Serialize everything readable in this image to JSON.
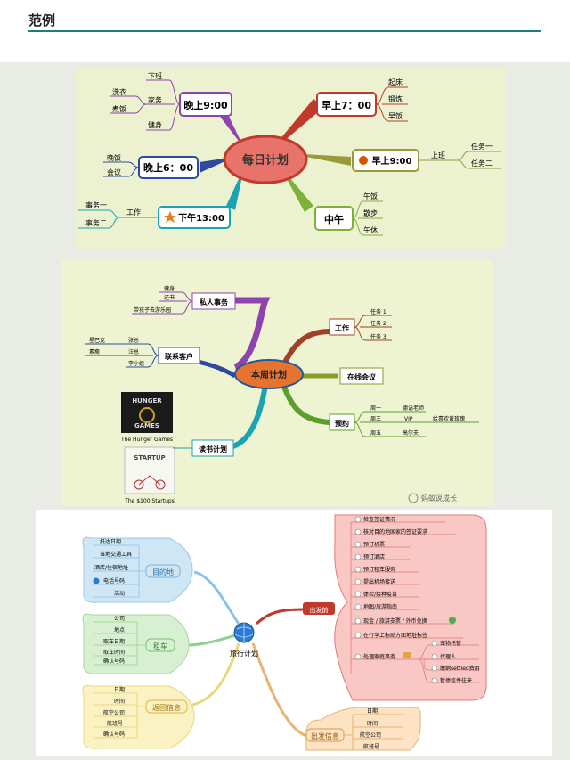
{
  "header": {
    "title": "范例"
  },
  "map1": {
    "center": "每日计划",
    "b_morning7": {
      "label": "早上7：00",
      "leaves": [
        "起床",
        "锻炼",
        "早饭"
      ]
    },
    "b_morning9": {
      "label": "早上9:00",
      "sub": "上班",
      "leaves": [
        "任务一",
        "任务二"
      ]
    },
    "b_noon": {
      "label": "中午",
      "leaves": [
        "午饭",
        "散步",
        "午休"
      ]
    },
    "b_pm13": {
      "label": "下午13:00",
      "sub": "工作",
      "leaves": [
        "事务一",
        "事务二"
      ]
    },
    "b_eve6": {
      "label": "晚上6：00",
      "leaves": [
        "晚饭",
        "会议"
      ]
    },
    "b_night9": {
      "label": "晚上9:00",
      "leaves": [
        "下班",
        "家务",
        "健身"
      ],
      "sub_leaves": [
        "洗衣",
        "煮饭"
      ]
    }
  },
  "map2": {
    "center": "本周计划",
    "private": {
      "label": "私人事务",
      "leaves": [
        "健身",
        "还书",
        "带孩子去游乐园"
      ]
    },
    "clients": {
      "label": "联系客户",
      "rows": [
        [
          "星巴克",
          "张总"
        ],
        [
          "素裔",
          "汪总"
        ],
        [
          "",
          "李小姐"
        ]
      ]
    },
    "reading": {
      "label": "读书计划",
      "book1": "The Hunger Games",
      "book2": "The $100 Startups",
      "cover1_a": "HUNGER",
      "cover1_b": "GAMES",
      "cover2": "STARTUP"
    },
    "work": {
      "label": "工作",
      "leaves": [
        "任务 1",
        "任务 2",
        "任务 3"
      ]
    },
    "meeting": {
      "label": "在线会议"
    },
    "appointments": {
      "label": "预约",
      "rows": [
        [
          "周一",
          "德语老师"
        ],
        [
          "周三",
          "VIP",
          "给喜欢黄玫瑰"
        ],
        [
          "周五",
          "高尔夫"
        ]
      ]
    },
    "watermark": "蚂蚁说成长"
  },
  "map3": {
    "center": "旅行计划",
    "destination": {
      "label": "目的地",
      "leaves": [
        "抵达日期",
        "当地交通工具",
        "酒店/住宿地址",
        "电话号码",
        "活动"
      ]
    },
    "car": {
      "label": "租车",
      "leaves": [
        "公司",
        "地点",
        "取车日期",
        "取车时间",
        "确认号码"
      ]
    },
    "return": {
      "label": "返回信息",
      "leaves": [
        "日期",
        "时间",
        "航空公司",
        "航班号",
        "确认号码"
      ]
    },
    "before": {
      "label": "出发前",
      "items": [
        "检查签证情况",
        "核对目的地国家的签证要求",
        "预订机票",
        "预订酒店",
        "预订租车服务",
        "提出机场接送",
        "体检/接种疫苗",
        "地图/旅游指南",
        "现金 / 旅游支票 / 外币兑换",
        "在行李上标贴方面地址标签",
        "处理家庭事务"
      ],
      "home_items": [
        "宠物托管",
        "代理人",
        "缴纳settled费用",
        "暂停信件往来"
      ]
    },
    "depart": {
      "label": "出发信息",
      "leaves": [
        "日期",
        "时间",
        "航空公司",
        "航班号"
      ]
    }
  }
}
